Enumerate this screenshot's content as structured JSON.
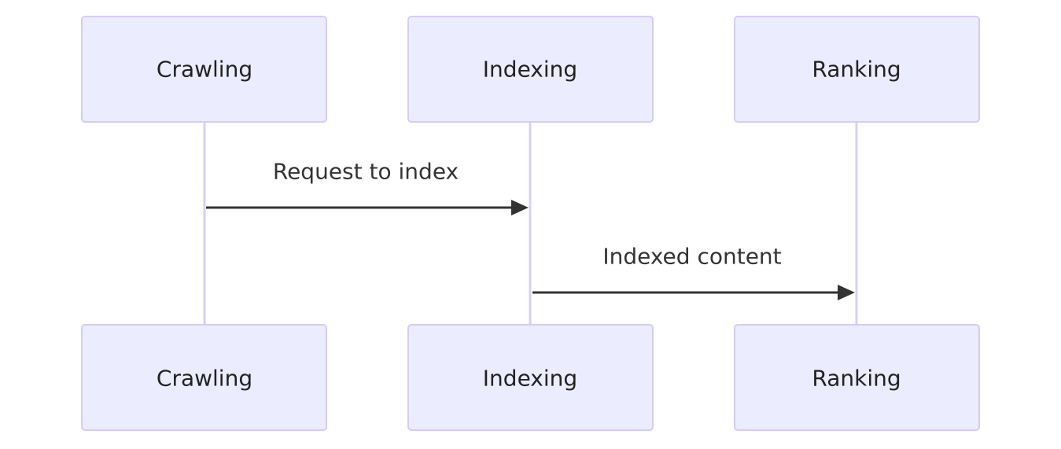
{
  "participants": [
    {
      "id": "crawling",
      "label": "Crawling"
    },
    {
      "id": "indexing",
      "label": "Indexing"
    },
    {
      "id": "ranking",
      "label": "Ranking"
    }
  ],
  "messages": [
    {
      "from": "crawling",
      "to": "indexing",
      "label": "Request to index"
    },
    {
      "from": "indexing",
      "to": "ranking",
      "label": "Indexed content"
    }
  ],
  "colors": {
    "actor_fill": "#ececff",
    "actor_border": "#d6ccf2",
    "lifeline": "#d8cff2",
    "message": "#333333"
  }
}
